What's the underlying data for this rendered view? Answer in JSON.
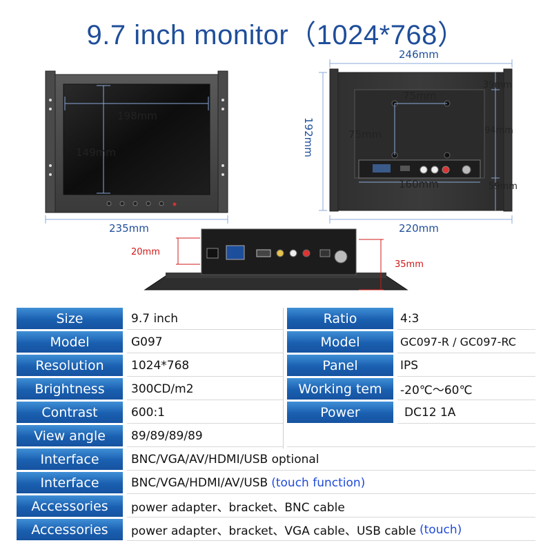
{
  "title": {
    "main": "9.7 inch monitor",
    "resolution": "（1024*768）"
  },
  "dimensions": {
    "front_width_inner": "198mm",
    "front_height_inner": "149mm",
    "front_width_outer": "235mm",
    "back_width_top": "246mm",
    "back_height": "192mm",
    "back_mount_h": "75mm",
    "back_mount_v": "75mm",
    "back_top_offset": "39mm",
    "back_mid": "94mm",
    "back_bottom_offset": "59mm",
    "back_port_width": "160mm",
    "back_width_bottom": "220mm",
    "side_depth_small": "20mm",
    "side_depth_large": "35mm"
  },
  "specs_left": [
    {
      "key": "Size",
      "value": "9.7 inch"
    },
    {
      "key": "Model",
      "value": "G097"
    },
    {
      "key": "Resolution",
      "value": "1024*768"
    },
    {
      "key": "Brightness",
      "value": "300CD/m2"
    },
    {
      "key": "Contrast",
      "value": "600:1"
    },
    {
      "key": "View angle",
      "value": "89/89/89/89"
    }
  ],
  "specs_right": [
    {
      "key": "Ratio",
      "value": "4:3"
    },
    {
      "key": "Model",
      "value": "GC097-R / GC097-RC"
    },
    {
      "key": "Panel",
      "value": "IPS"
    },
    {
      "key": "Working tem",
      "value": "-20℃～60℃"
    },
    {
      "key": "Power",
      "value": "DC12  1A"
    }
  ],
  "specs_full": [
    {
      "key": "Interface",
      "value": "BNC/VGA/AV/HDMI/USB optional",
      "highlight": ""
    },
    {
      "key": "Interface",
      "value": "BNC/VGA/HDMI/AV/USB",
      "highlight": "(touch function)"
    },
    {
      "key": "Accessories",
      "value": "power adapter、bracket、BNC cable",
      "highlight": ""
    },
    {
      "key": "Accessories",
      "value": "power adapter、bracket、VGA cable、USB cable",
      "highlight": "(touch)"
    }
  ],
  "colors": {
    "title": "#1f4e9a",
    "key_bg": "#1a5fb0",
    "highlight": "#1f4ad8",
    "red_dim": "#d01818"
  }
}
